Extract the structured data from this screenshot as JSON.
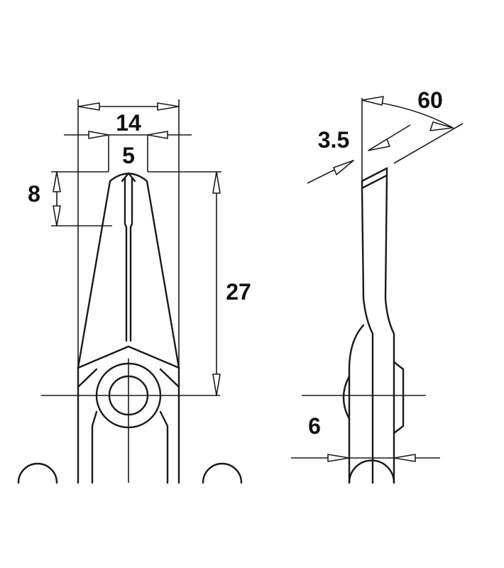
{
  "dimensions": {
    "width_outer": "14",
    "width_inner": "5",
    "jaw_length": "27",
    "tip_length": "8",
    "angle": "60",
    "tip_thickness": "3.5",
    "thickness": "6"
  }
}
